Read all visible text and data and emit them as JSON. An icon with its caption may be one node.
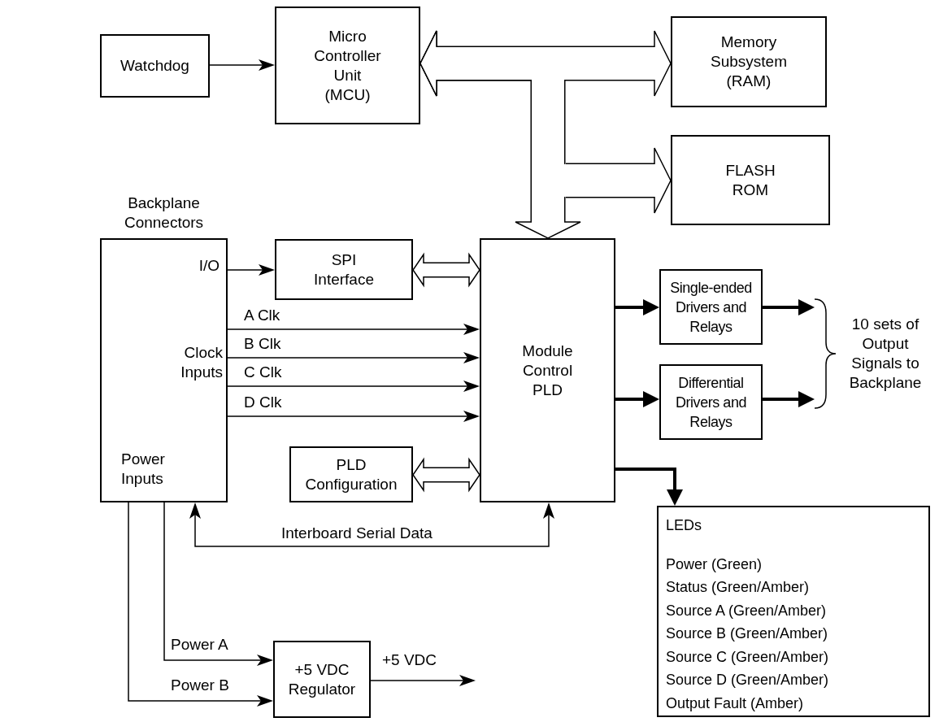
{
  "diagram": {
    "nodes": [
      {
        "text": [
          "Watchdog"
        ]
      },
      {
        "text": [
          "Micro Controller Unit (MCU)"
        ]
      },
      {
        "text": [
          "Memory Subsystem (RAM)"
        ]
      },
      {
        "text": [
          "FLASH ROM"
        ]
      },
      {
        "text": [
          "Backplane Connectors",
          "I/O",
          "Clock Inputs",
          "Power Inputs"
        ]
      },
      {
        "text": [
          "SPI Interface"
        ]
      },
      {
        "text": [
          "Module Control PLD"
        ]
      },
      {
        "text": [
          "PLD Configuration"
        ]
      },
      {
        "text": [
          "Single-ended Drivers and Relays"
        ]
      },
      {
        "text": [
          "Differential Drivers and Relays"
        ]
      },
      {
        "text": [
          "LEDs",
          "Power (Green)",
          "Status (Green/Amber)",
          "Source A (Green/Amber)",
          "Source B (Green/Amber)",
          "Source C (Green/Amber)",
          "Source D (Green/Amber)",
          "Output Fault (Amber)"
        ]
      },
      {
        "text": [
          "+5 VDC Regulator"
        ]
      },
      {
        "text": [
          "10 sets of Output Signals to Backplane"
        ]
      }
    ],
    "edges": [
      {
        "from": 0,
        "to": 1,
        "arrow": "to"
      },
      {
        "from": 1,
        "to": 2,
        "arrow": "both",
        "style": "thick"
      },
      {
        "from": 1,
        "to": 3,
        "arrow": "both",
        "style": "thick"
      },
      {
        "from": 1,
        "to": 6,
        "arrow": "both",
        "style": "thick"
      },
      {
        "from": 4,
        "to": 5,
        "arrow": "to"
      },
      {
        "from": 5,
        "to": 6,
        "arrow": "both",
        "style": "thick"
      },
      {
        "from": 4,
        "to": 6,
        "arrow": "to",
        "label": "A Clk"
      },
      {
        "from": 4,
        "to": 6,
        "arrow": "to",
        "label": "B Clk"
      },
      {
        "from": 4,
        "to": 6,
        "arrow": "to",
        "label": "C Clk"
      },
      {
        "from": 4,
        "to": 6,
        "arrow": "to",
        "label": "D Clk"
      },
      {
        "from": 7,
        "to": 6,
        "arrow": "both",
        "style": "thick"
      },
      {
        "from": 6,
        "to": 8,
        "arrow": "to",
        "style": "thick"
      },
      {
        "from": 6,
        "to": 9,
        "arrow": "to",
        "style": "thick"
      },
      {
        "from": 8,
        "to": 12,
        "arrow": "to",
        "style": "thick"
      },
      {
        "from": 9,
        "to": 12,
        "arrow": "to",
        "style": "thick"
      },
      {
        "from": 6,
        "to": 10,
        "arrow": "to",
        "style": "thick"
      },
      {
        "from": 6,
        "to": 4,
        "arrow": "both",
        "label": "Interboard Serial Data"
      },
      {
        "from": 4,
        "to": 11,
        "arrow": "to",
        "label": "Power A"
      },
      {
        "from": 4,
        "to": 11,
        "arrow": "to",
        "label": "Power B"
      },
      {
        "from": 11,
        "to": null,
        "arrow": "to",
        "label": "+5 VDC"
      }
    ]
  }
}
